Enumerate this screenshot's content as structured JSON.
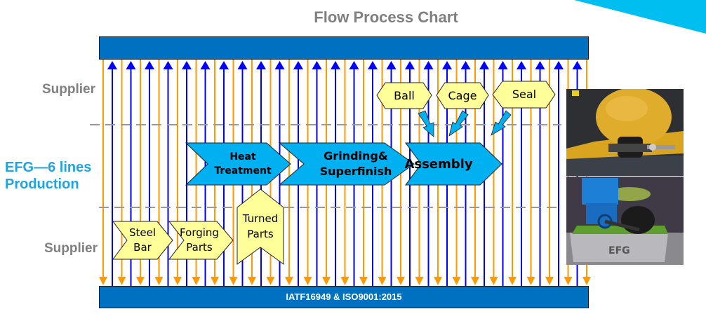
{
  "title": "Flow Process Chart",
  "bottom_bar_label": "IATF16949 & ISO9001:2015",
  "lanes": {
    "top_supplier": "Supplier",
    "production_line1": "EFG—6 lines",
    "production_line2": "Production",
    "bottom_supplier": "Supplier"
  },
  "process_steps": [
    {
      "line1": "Heat",
      "line2": "Treatment"
    },
    {
      "line1": "Grinding&",
      "line2": "Superfinish"
    },
    {
      "line1": "Assembly",
      "line2": ""
    }
  ],
  "top_inputs": [
    "Ball",
    "Cage",
    "Seal"
  ],
  "bottom_inputs": [
    {
      "line1": "Steel",
      "line2": "Bar"
    },
    {
      "line1": "Forging",
      "line2": "Parts"
    },
    {
      "line1": "Turned",
      "line2": "Parts"
    }
  ],
  "photos": [
    {
      "name": "yellow-machine-bearing-photo"
    },
    {
      "name": "blue-planter-unit-photo",
      "logo": "EFG"
    }
  ],
  "colors": {
    "bar_blue": "#0070c0",
    "up_arrow_blue": "#0000ff",
    "down_arrow_orange": "#ff9900",
    "process_cyan": "#00b0f0",
    "input_yellow": "#ffff99",
    "label_gray": "#7f7f7f",
    "efg_label": "#1fa4e0",
    "corner_accent": "#00bff0"
  }
}
